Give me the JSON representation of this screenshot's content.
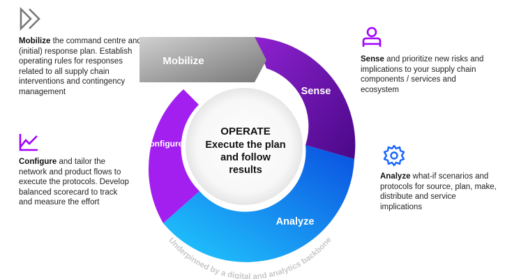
{
  "colors": {
    "mobilize_gradient": [
      "#c9c9c9",
      "#7a7a7a"
    ],
    "sense_gradient": [
      "#8a1fcb",
      "#4e0a8c"
    ],
    "analyze_gradient": [
      "#0a55e6",
      "#1ec6ff"
    ],
    "configure": "#a21ff0",
    "icon_purple": "#a100ff",
    "icon_blue": "#1565ff",
    "backbone_text": "#c8c8c8"
  },
  "icons": {
    "mobilize": "double-chevron-right-icon",
    "sense": "person-icon",
    "configure": "trend-line-icon",
    "analyze": "gear-icon"
  },
  "stages": {
    "mobilize": "Mobilize",
    "sense": "Sense",
    "analyze": "Analyze",
    "configure": "Configure"
  },
  "center": {
    "line1": "OPERATE",
    "line2": "Execute the plan",
    "line3": "and follow",
    "line4": "results"
  },
  "backbone": "Underpinned by a digital and analytics backbone",
  "descriptions": {
    "mobilize": {
      "lead": "Mobilize",
      "text": " the command centre and (initial) response plan. Establish operating rules for responses related to all supply chain interventions and contingency management"
    },
    "sense": {
      "lead": "Sense",
      "text": " and prioritize new risks and implications to your supply chain components / services and ecosystem"
    },
    "configure": {
      "lead": "Configure",
      "text": " and tailor the network and product flows to execute the protocols. Develop balanced scorecard to track and measure the effort"
    },
    "analyze": {
      "lead": "Analyze",
      "text": " what-if scenarios and protocols for source, plan, make, distribute and service implications"
    }
  }
}
